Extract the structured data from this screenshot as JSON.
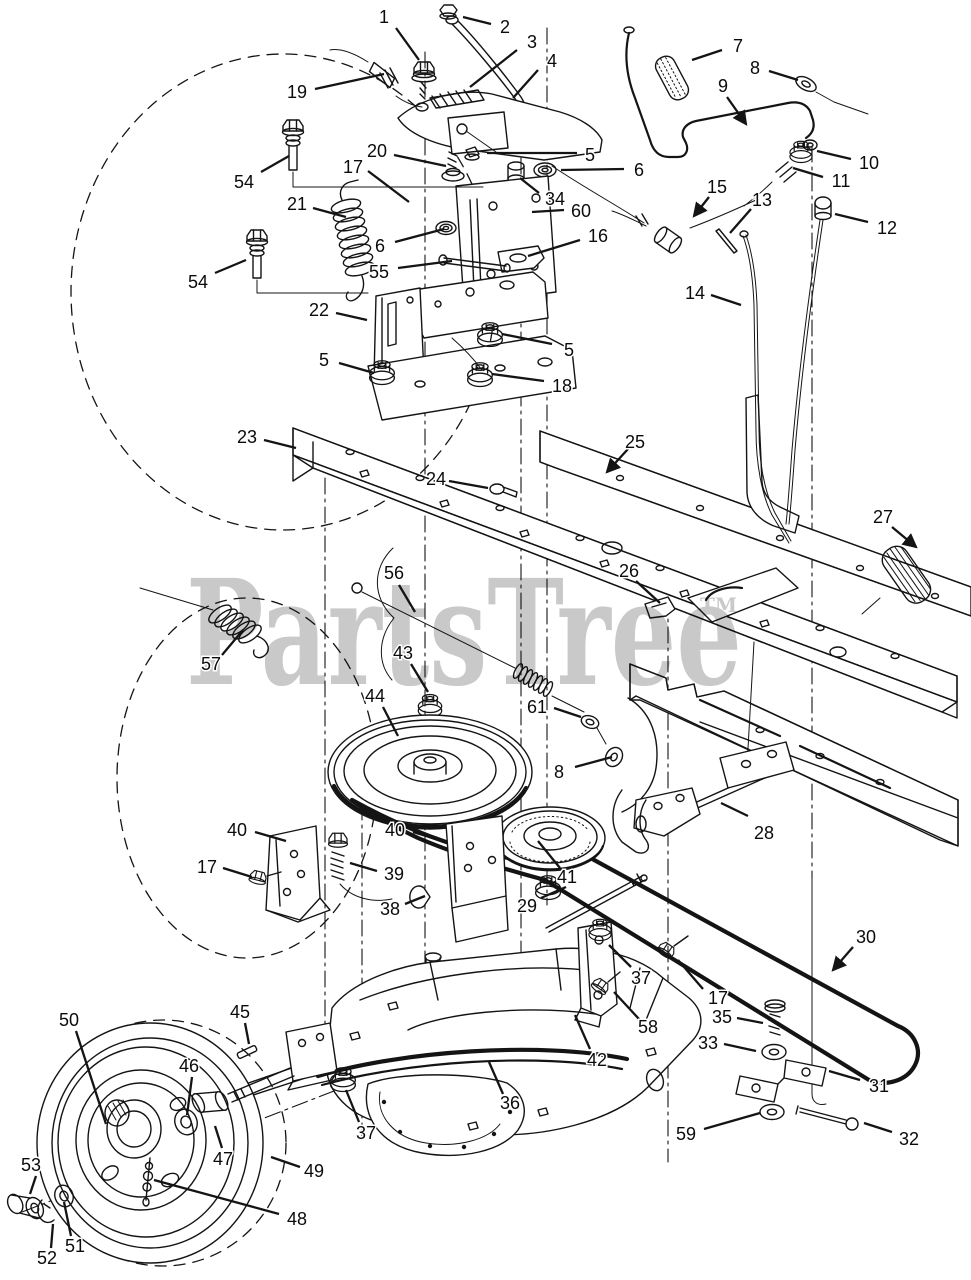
{
  "watermark": {
    "text": "PartsTree",
    "tm": "TM",
    "color": "#c9c9c9"
  },
  "diagram": {
    "ink": "#141414",
    "background": "#ffffff",
    "description": "Exploded parts diagram - motion drive, transaxle and rear wheel",
    "callout_note": "callout row format: [label, text-x, text-y, leader-x1, leader-y1, leader-x2, leader-y2, arrowhead]",
    "callouts": [
      [
        "1",
        384,
        16,
        396,
        28,
        419,
        60,
        0
      ],
      [
        "2",
        505,
        26,
        491,
        24,
        463,
        17,
        0
      ],
      [
        "3",
        532,
        41,
        517,
        50,
        470,
        87,
        0
      ],
      [
        "4",
        552,
        60,
        538,
        70,
        513,
        98,
        0
      ],
      [
        "7",
        738,
        45,
        722,
        50,
        692,
        60,
        0
      ],
      [
        "8",
        755,
        67,
        769,
        71,
        798,
        80,
        0
      ],
      [
        "9",
        723,
        85,
        727,
        97,
        746,
        124,
        1
      ],
      [
        "19",
        297,
        91,
        315,
        89,
        384,
        74,
        0
      ],
      [
        "10",
        869,
        162,
        851,
        159,
        817,
        151,
        0
      ],
      [
        "11",
        841,
        180,
        823,
        177,
        793,
        168,
        0
      ],
      [
        "12",
        887,
        227,
        868,
        222,
        835,
        214,
        0
      ],
      [
        "15",
        717,
        186,
        709,
        197,
        694,
        216,
        1
      ],
      [
        "13",
        762,
        199,
        751,
        209,
        730,
        233,
        0
      ],
      [
        "14",
        695,
        292,
        711,
        295,
        741,
        305,
        0
      ],
      [
        "54",
        244,
        181,
        261,
        172,
        289,
        156,
        0
      ],
      [
        "20",
        377,
        150,
        394,
        155,
        446,
        166,
        0
      ],
      [
        "17",
        353,
        166,
        368,
        171,
        409,
        202,
        0
      ],
      [
        "21",
        297,
        203,
        313,
        208,
        346,
        217,
        0
      ],
      [
        "5",
        590,
        154,
        577,
        153,
        487,
        153,
        0
      ],
      [
        "6",
        639,
        169,
        624,
        169,
        561,
        170,
        0
      ],
      [
        "34",
        555,
        198,
        539,
        193,
        520,
        178,
        0
      ],
      [
        "60",
        581,
        210,
        564,
        210,
        532,
        212,
        0
      ],
      [
        "16",
        598,
        235,
        580,
        240,
        528,
        256,
        0
      ],
      [
        "6",
        380,
        245,
        395,
        242,
        444,
        229,
        0
      ],
      [
        "55",
        379,
        271,
        398,
        268,
        452,
        261,
        0
      ],
      [
        "54",
        198,
        281,
        215,
        273,
        246,
        260,
        0
      ],
      [
        "22",
        319,
        309,
        336,
        313,
        367,
        320,
        0
      ],
      [
        "5",
        324,
        359,
        339,
        363,
        374,
        373,
        0
      ],
      [
        "5",
        569,
        349,
        552,
        344,
        502,
        334,
        0
      ],
      [
        "18",
        562,
        385,
        544,
        381,
        492,
        374,
        0
      ],
      [
        "23",
        247,
        436,
        264,
        440,
        296,
        448,
        0
      ],
      [
        "24",
        436,
        478,
        449,
        481,
        488,
        488,
        0
      ],
      [
        "25",
        635,
        441,
        628,
        449,
        607,
        472,
        1
      ],
      [
        "26",
        629,
        570,
        636,
        581,
        660,
        603,
        0
      ],
      [
        "27",
        883,
        516,
        892,
        527,
        916,
        547,
        1
      ],
      [
        "56",
        394,
        572,
        399,
        585,
        415,
        612,
        0
      ],
      [
        "57",
        211,
        663,
        222,
        655,
        243,
        630,
        0
      ],
      [
        "43",
        403,
        652,
        411,
        664,
        428,
        692,
        0
      ],
      [
        "44",
        375,
        695,
        383,
        707,
        398,
        736,
        0
      ],
      [
        "61",
        537,
        706,
        554,
        708,
        581,
        717,
        0
      ],
      [
        "8",
        559,
        771,
        575,
        767,
        612,
        757,
        0
      ],
      [
        "40",
        237,
        829,
        255,
        832,
        286,
        841,
        0
      ],
      [
        "40",
        395,
        829,
        413,
        832,
        446,
        842,
        0
      ],
      [
        "17",
        207,
        866,
        223,
        868,
        252,
        877,
        0
      ],
      [
        "39",
        394,
        873,
        377,
        871,
        350,
        863,
        0
      ],
      [
        "38",
        390,
        908,
        405,
        904,
        425,
        896,
        0
      ],
      [
        "41",
        567,
        876,
        560,
        868,
        538,
        841,
        0
      ],
      [
        "29",
        527,
        905,
        541,
        898,
        566,
        887,
        0
      ],
      [
        "28",
        764,
        832,
        748,
        816,
        721,
        803,
        0
      ],
      [
        "30",
        866,
        936,
        853,
        947,
        833,
        970,
        1
      ],
      [
        "37",
        641,
        977,
        631,
        967,
        609,
        945,
        0
      ],
      [
        "17",
        718,
        997,
        703,
        989,
        678,
        960,
        0
      ],
      [
        "35",
        722,
        1016,
        737,
        1018,
        763,
        1023,
        0
      ],
      [
        "33",
        708,
        1042,
        724,
        1044,
        756,
        1051,
        0
      ],
      [
        "58",
        648,
        1026,
        639,
        1019,
        614,
        992,
        0
      ],
      [
        "42",
        597,
        1059,
        590,
        1049,
        575,
        1015,
        0
      ],
      [
        "31",
        879,
        1085,
        860,
        1080,
        829,
        1071,
        0
      ],
      [
        "59",
        686,
        1133,
        704,
        1129,
        760,
        1113,
        0
      ],
      [
        "32",
        909,
        1138,
        892,
        1132,
        864,
        1123,
        0
      ],
      [
        "36",
        510,
        1102,
        503,
        1094,
        489,
        1062,
        0
      ],
      [
        "37",
        366,
        1132,
        359,
        1122,
        346,
        1090,
        0
      ],
      [
        "45",
        240,
        1011,
        245,
        1023,
        249,
        1044,
        0
      ],
      [
        "50",
        69,
        1019,
        76,
        1031,
        106,
        1124,
        0
      ],
      [
        "46",
        189,
        1065,
        192,
        1077,
        187,
        1115,
        0
      ],
      [
        "47",
        223,
        1158,
        222,
        1148,
        215,
        1126,
        0
      ],
      [
        "49",
        314,
        1170,
        300,
        1167,
        271,
        1157,
        0
      ],
      [
        "53",
        31,
        1164,
        36,
        1176,
        30,
        1194,
        0
      ],
      [
        "48",
        297,
        1218,
        279,
        1214,
        154,
        1180,
        0
      ],
      [
        "51",
        75,
        1245,
        71,
        1236,
        64,
        1202,
        0
      ],
      [
        "52",
        47,
        1257,
        51,
        1248,
        53,
        1224,
        0
      ]
    ]
  }
}
